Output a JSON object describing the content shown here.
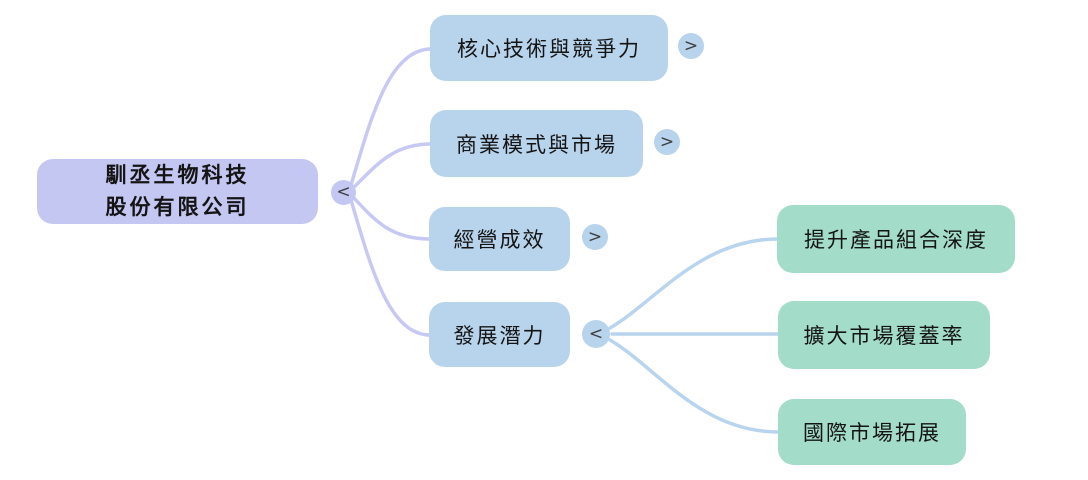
{
  "mindmap": {
    "root": {
      "label_line1": "馴丞生物科技",
      "label_line2": "股份有限公司",
      "toggle": "<"
    },
    "branches": [
      {
        "label": "核心技術與競爭力",
        "toggle": ">"
      },
      {
        "label": "商業模式與市場",
        "toggle": ">"
      },
      {
        "label": "經營成效",
        "toggle": ">"
      },
      {
        "label": "發展潛力",
        "toggle": "<"
      }
    ],
    "sub_branches": [
      {
        "label": "提升產品組合深度"
      },
      {
        "label": "擴大市場覆蓋率"
      },
      {
        "label": "國際市場拓展"
      }
    ],
    "colors": {
      "root_fill": "#c5c7f3",
      "root_line": "#c7c9f4",
      "branch_fill": "#b8d3ec",
      "branch_line": "#b9d4ee",
      "sub_fill": "#a3dcc9",
      "text": "#141414",
      "toggle_glyph": "#3d3d3d"
    }
  }
}
